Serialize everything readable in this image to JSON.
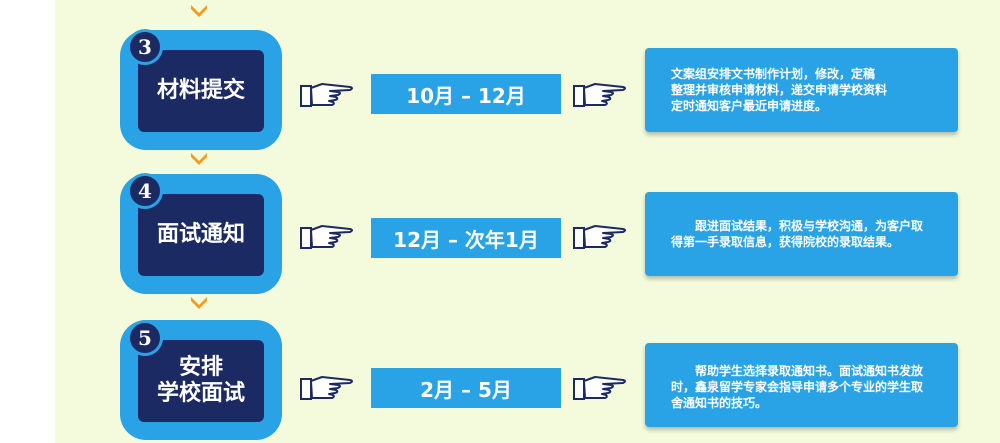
{
  "colors": {
    "background": "#f4fbdc",
    "blue": "#2aa3e6",
    "navy": "#1b2a63",
    "chevron": "#f39c1d"
  },
  "steps": [
    {
      "number": "3",
      "title_lines": [
        "材料提交"
      ],
      "date": "10月 – 12月",
      "description_lines": [
        "文案组安排文书制作计划，修改，定稿",
        "整理并审核申请材料，递交申请学校资料",
        "定时通知客户最近申请进度。"
      ]
    },
    {
      "number": "4",
      "title_lines": [
        "面试通知"
      ],
      "date": "12月 – 次年1月",
      "description_lines": [
        "　　跟进面试结果，积极与学校沟通，为客户取",
        "得第一手录取信息，获得院校的录取结果。"
      ]
    },
    {
      "number": "5",
      "title_lines": [
        "安排",
        "学校面试"
      ],
      "date": "2月 – 5月",
      "description_lines": [
        "　　帮助学生选择录取通知书。面试通知书发放",
        "时，鑫泉留学专家会指导申请多个专业的学生取",
        "舍通知书的技巧。"
      ]
    }
  ]
}
